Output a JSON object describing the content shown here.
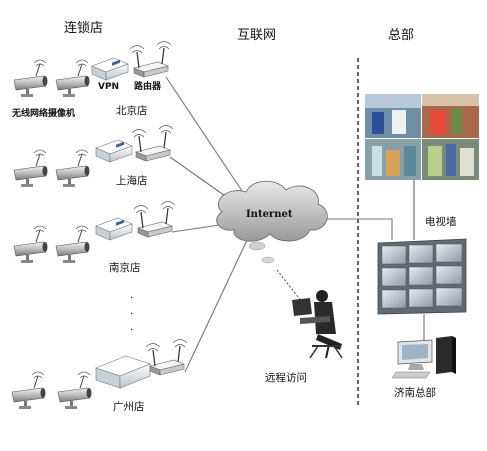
{
  "headers": {
    "chain_stores": "连锁店",
    "internet": "互联网",
    "headquarters": "总部"
  },
  "device_labels": {
    "camera": "无线网络摄像机",
    "vpn": "VPN",
    "router": "路由器"
  },
  "stores": [
    {
      "name": "北京店"
    },
    {
      "name": "上海店"
    },
    {
      "name": "南京店"
    },
    {
      "name": "广州店"
    }
  ],
  "continuation_dots": ".\n.\n.",
  "cloud_label": "Internet",
  "remote_access": "远程访问",
  "tv_wall": "电视墙",
  "hq_name": "济南总部",
  "icons": [
    "camera-icon",
    "vpn-box-icon",
    "router-icon",
    "cloud-icon",
    "person-computer-icon",
    "video-wall-icon",
    "desktop-computer-icon",
    "monitor-feed-icon"
  ]
}
